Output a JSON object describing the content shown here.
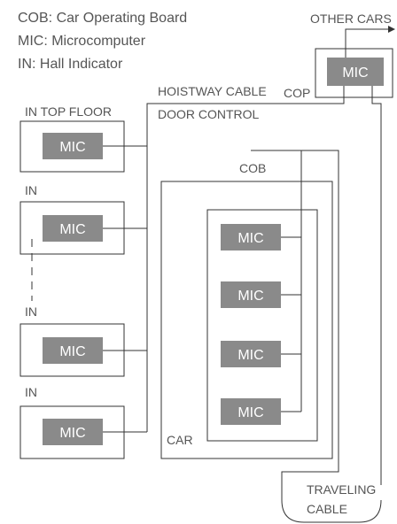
{
  "legend": {
    "line1": "COB: Car Operating Board",
    "line2": "MIC: Microcomputer",
    "line3": "IN: Hall Indicator"
  },
  "labels": {
    "other_cars": "OTHER CARS",
    "cop": "COP",
    "hoistway_cable": "HOISTWAY CABLE",
    "door_control": "DOOR CONTROL",
    "in_top_floor": "IN  TOP FLOOR",
    "in_2": "IN",
    "in_3": "IN",
    "in_4": "IN",
    "cob": "COB",
    "car": "CAR",
    "traveling_line1": "TRAVELING",
    "traveling_line2": "CABLE"
  },
  "mic_label": "MIC",
  "colors": {
    "mic_fill": "#8a8a8a",
    "line": "#333333",
    "text": "#555555"
  }
}
